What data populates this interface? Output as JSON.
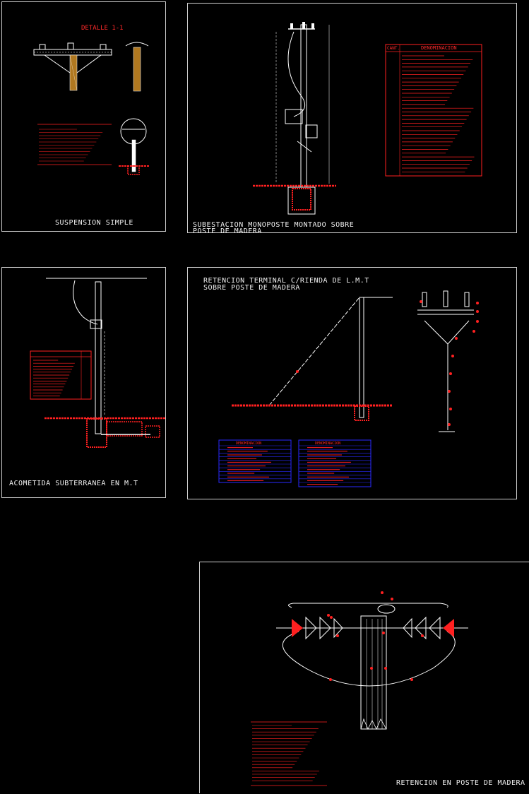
{
  "drawing": {
    "colors": {
      "background": "#000000",
      "line": "#ffffff",
      "accent": "#ff2020",
      "table_border": "#2a2aff"
    },
    "panels": [
      {
        "id": "suspension",
        "caption": "SUSPENSION SIMPLE",
        "detail_label": "DETALLE 1-1"
      },
      {
        "id": "subestacion",
        "caption_line1": "SUBESTACION MONOPOSTE MONTADO SOBRE",
        "caption_line2": "POSTE DE MADERA",
        "table_header": "DENOMINACION",
        "table_header_short": "CANT."
      },
      {
        "id": "acometida",
        "caption": "ACOMETIDA SUBTERRANEA EN M.T"
      },
      {
        "id": "retencion_terminal",
        "caption_line1": "RETENCION TERMINAL C/RIENDA DE L.M.T",
        "caption_line2": "SOBRE POSTE DE MADERA",
        "table_header": "DENOMINACION"
      },
      {
        "id": "retencion_poste",
        "caption": "RETENCION EN POSTE DE MADERA"
      }
    ]
  }
}
